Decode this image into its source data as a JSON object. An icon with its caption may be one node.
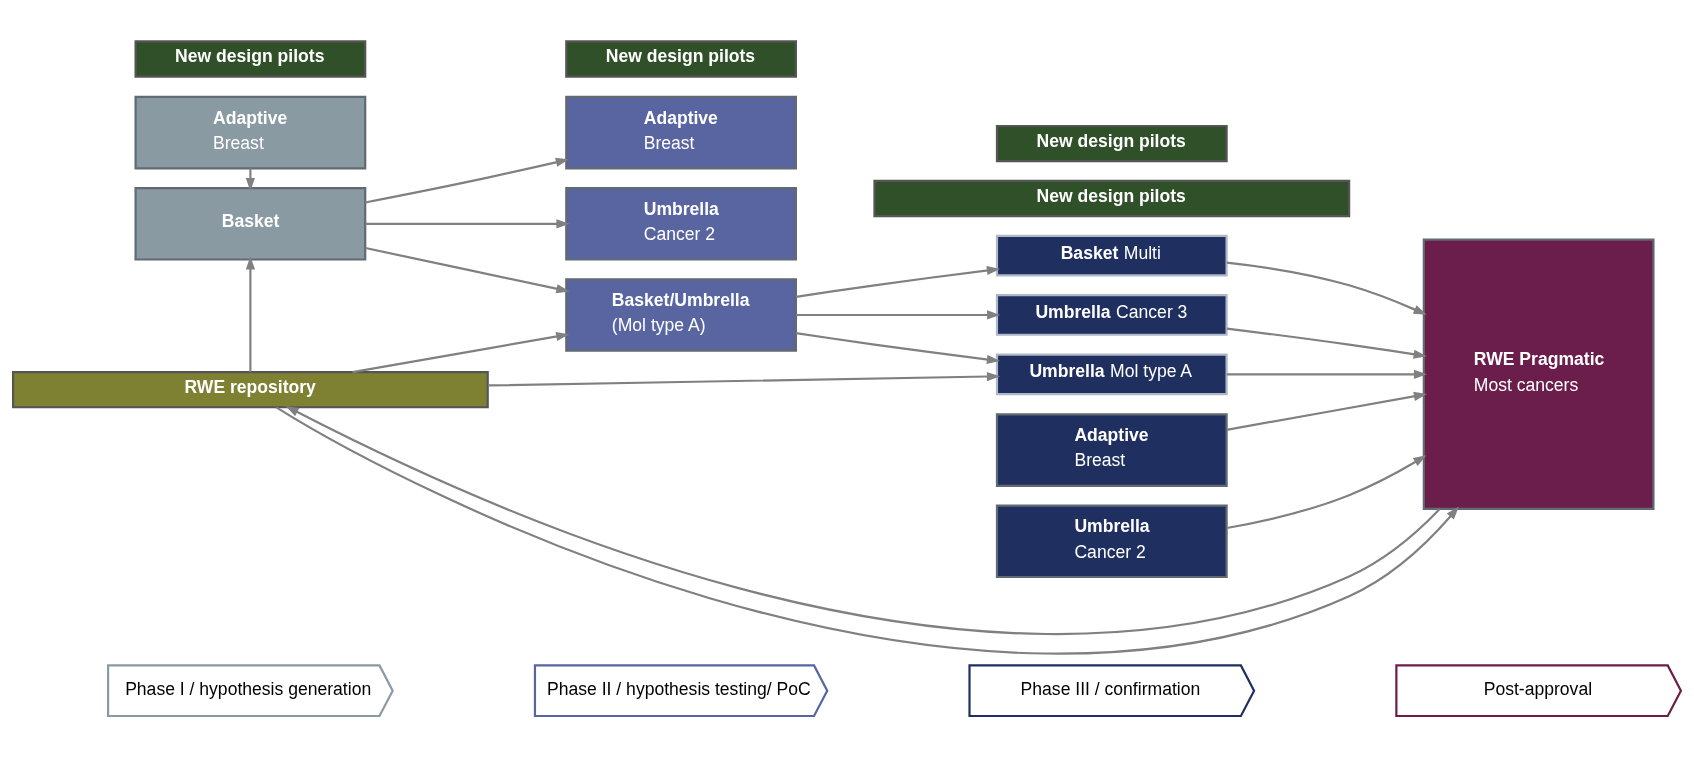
{
  "diagram": {
    "nodes": [
      {
        "text": [
          "Phase I / hypothesis generation"
        ]
      },
      {
        "text": [
          "Phase II / hypothesis testing/ PoC"
        ]
      },
      {
        "text": [
          "Phase III / confirmation"
        ]
      },
      {
        "text": [
          "Post-approval"
        ]
      },
      {
        "text": [
          "Adaptive",
          "Breast"
        ]
      },
      {
        "text": [
          "Basket"
        ]
      },
      {
        "text": [
          "Adaptive",
          "Breast"
        ]
      },
      {
        "text": [
          "Umbrella",
          "Cancer 2"
        ]
      },
      {
        "text": [
          "Basket/Umbrella",
          "(Mol type A)"
        ]
      },
      {
        "text": [
          "Adaptive",
          "Breast"
        ]
      },
      {
        "text": [
          "Umbrella",
          "Cancer 2"
        ]
      },
      {
        "text": [
          "Basket",
          "Multi"
        ]
      },
      {
        "text": [
          "Umbrella",
          "Cancer 3"
        ]
      },
      {
        "text": [
          "Umbrella",
          "Mol type A"
        ]
      },
      {
        "text": [
          "RWE Pragmatic",
          "Most cancers"
        ]
      },
      {
        "text": [
          "RWE repository"
        ]
      },
      {
        "text": [
          "New design pilots"
        ]
      },
      {
        "text": [
          "New design pilots"
        ]
      },
      {
        "text": [
          "New design pilots"
        ]
      },
      {
        "text": [
          "New design pilots"
        ]
      }
    ],
    "edges": [
      {
        "from": 4,
        "to": 5,
        "arrow": "to"
      },
      {
        "from": 5,
        "to": 6,
        "arrow": "to"
      },
      {
        "from": 5,
        "to": 7,
        "arrow": "to"
      },
      {
        "from": 5,
        "to": 8,
        "arrow": "to"
      },
      {
        "from": 8,
        "to": 11,
        "arrow": "to"
      },
      {
        "from": 8,
        "to": 12,
        "arrow": "to"
      },
      {
        "from": 8,
        "to": 13,
        "arrow": "to"
      },
      {
        "from": 9,
        "to": 14,
        "arrow": "to"
      },
      {
        "from": 10,
        "to": 14,
        "arrow": "to"
      },
      {
        "from": 11,
        "to": 14,
        "arrow": "to"
      },
      {
        "from": 12,
        "to": 14,
        "arrow": "to"
      },
      {
        "from": 13,
        "to": 14,
        "arrow": "to"
      },
      {
        "from": 15,
        "to": 5,
        "arrow": "to"
      },
      {
        "from": 15,
        "to": 8,
        "arrow": "to"
      },
      {
        "from": 15,
        "to": 13,
        "arrow": "to"
      },
      {
        "from": 15,
        "to": 14,
        "arrow": "to"
      },
      {
        "from": 14,
        "to": 15,
        "arrow": "to"
      }
    ]
  }
}
